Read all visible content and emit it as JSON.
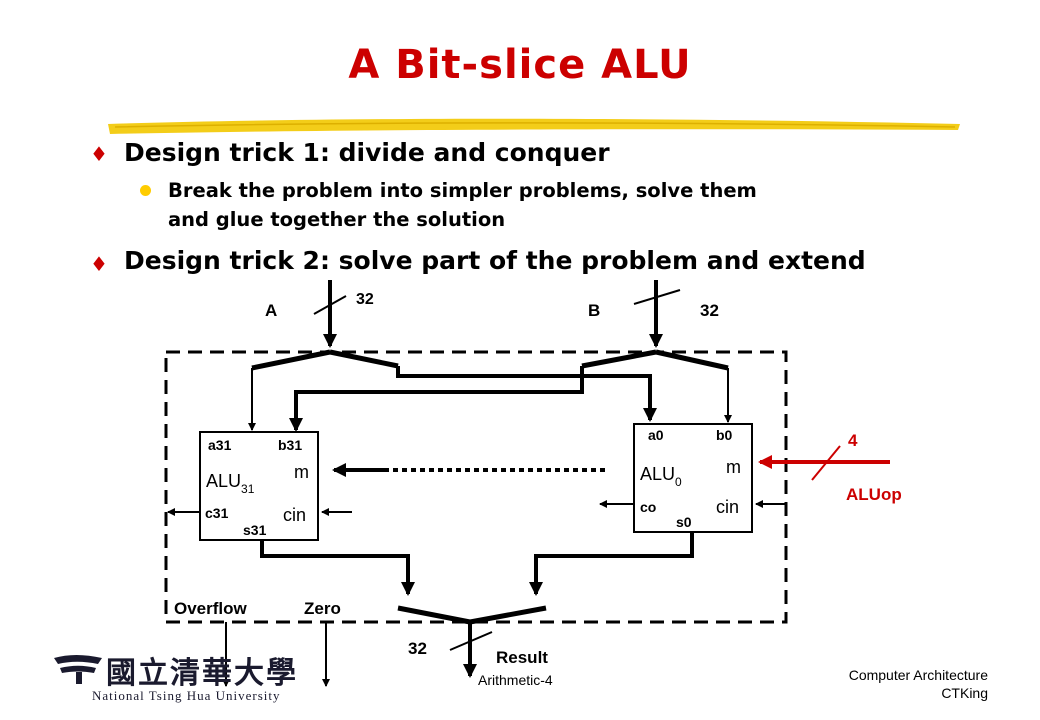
{
  "slide": {
    "title": "A Bit-slice ALU",
    "bullets": [
      {
        "text": "Design trick 1: divide and conquer"
      },
      {
        "text": "Design trick 2: solve part of the problem and extend"
      }
    ],
    "sub_bullet_lines": [
      "Break the problem into simpler problems, solve them",
      "and glue together the solution"
    ]
  },
  "diagram": {
    "input_a": "A",
    "input_b": "B",
    "width_a": "32",
    "width_b": "32",
    "width_result": "32",
    "alu31": {
      "label": "ALU",
      "sub": "31",
      "a": "a31",
      "b": "b31",
      "m": "m",
      "c": "c31",
      "s": "s31",
      "cin": "cin"
    },
    "alu0": {
      "label": "ALU",
      "sub": "0",
      "a": "a0",
      "b": "b0",
      "m": "m",
      "co": "co",
      "s": "s0",
      "cin": "cin"
    },
    "aluop_width": "4",
    "aluop": "ALUop",
    "overflow": "Overflow",
    "zero": "Zero",
    "result": "Result",
    "colors": {
      "accent": "#cc0000",
      "bullet_dot": "#ffcc00"
    }
  },
  "footer": {
    "center": "Arithmetic-4",
    "right_line1": "Computer Architecture",
    "right_line2": "CTKing",
    "logo_cn": "國立清華大學",
    "logo_en": "National Tsing Hua University"
  }
}
